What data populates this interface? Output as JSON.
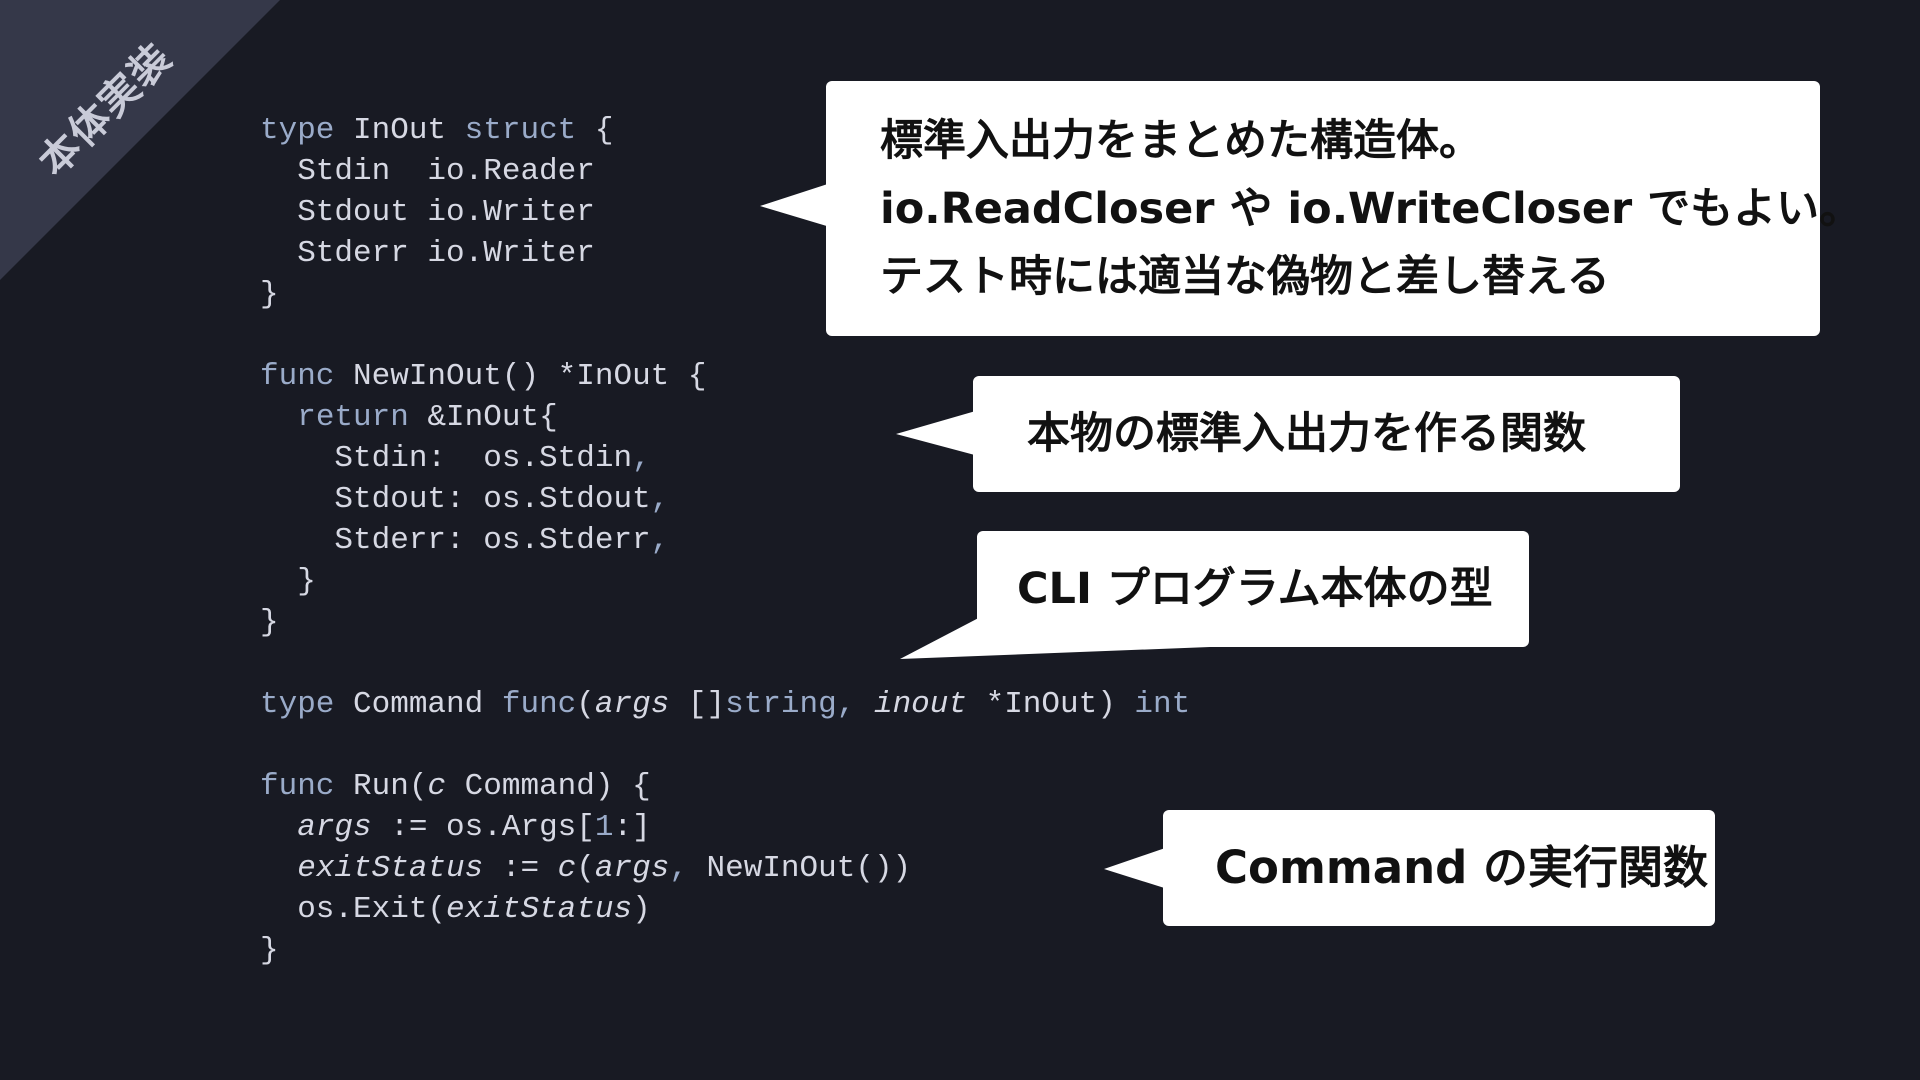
{
  "slide": {
    "corner_label": "本体実装"
  },
  "code": {
    "lines": [
      [
        {
          "t": "type",
          "c": "kw"
        },
        {
          "t": " InOut ",
          "c": "plain"
        },
        {
          "t": "struct",
          "c": "kw"
        },
        {
          "t": " {",
          "c": "plain"
        }
      ],
      [
        {
          "t": "  Stdin  io.Reader",
          "c": "plain"
        }
      ],
      [
        {
          "t": "  Stdout io.Writer",
          "c": "plain"
        }
      ],
      [
        {
          "t": "  Stderr io.Writer",
          "c": "plain"
        }
      ],
      [
        {
          "t": "}",
          "c": "plain"
        }
      ],
      [],
      [
        {
          "t": "func",
          "c": "kw"
        },
        {
          "t": " NewInOut() *InOut {",
          "c": "plain"
        }
      ],
      [
        {
          "t": "  ",
          "c": "plain"
        },
        {
          "t": "return",
          "c": "kw"
        },
        {
          "t": " &InOut{",
          "c": "plain"
        }
      ],
      [
        {
          "t": "    Stdin:  os.Stdin",
          "c": "plain"
        },
        {
          "t": ",",
          "c": "kw"
        }
      ],
      [
        {
          "t": "    Stdout: os.Stdout",
          "c": "plain"
        },
        {
          "t": ",",
          "c": "kw"
        }
      ],
      [
        {
          "t": "    Stderr: os.Stderr",
          "c": "plain"
        },
        {
          "t": ",",
          "c": "kw"
        }
      ],
      [
        {
          "t": "  }",
          "c": "plain"
        }
      ],
      [
        {
          "t": "}",
          "c": "plain"
        }
      ],
      [],
      [
        {
          "t": "type",
          "c": "kw"
        },
        {
          "t": " Command ",
          "c": "plain"
        },
        {
          "t": "func",
          "c": "kw"
        },
        {
          "t": "(",
          "c": "plain"
        },
        {
          "t": "args",
          "c": "it"
        },
        {
          "t": " []",
          "c": "plain"
        },
        {
          "t": "string",
          "c": "kw"
        },
        {
          "t": ", ",
          "c": "kw"
        },
        {
          "t": "inout",
          "c": "it"
        },
        {
          "t": " *InOut) ",
          "c": "plain"
        },
        {
          "t": "int",
          "c": "kw"
        }
      ],
      [],
      [
        {
          "t": "func",
          "c": "kw"
        },
        {
          "t": " Run(",
          "c": "plain"
        },
        {
          "t": "c",
          "c": "it"
        },
        {
          "t": " Command) {",
          "c": "plain"
        }
      ],
      [
        {
          "t": "  ",
          "c": "plain"
        },
        {
          "t": "args",
          "c": "it"
        },
        {
          "t": " := os.Args[",
          "c": "plain"
        },
        {
          "t": "1",
          "c": "kw"
        },
        {
          "t": ":]",
          "c": "plain"
        }
      ],
      [
        {
          "t": "  ",
          "c": "plain"
        },
        {
          "t": "exitStatus",
          "c": "it"
        },
        {
          "t": " := ",
          "c": "plain"
        },
        {
          "t": "c",
          "c": "it"
        },
        {
          "t": "(",
          "c": "plain"
        },
        {
          "t": "args",
          "c": "it"
        },
        {
          "t": ",",
          "c": "kw"
        },
        {
          "t": " NewInOut())",
          "c": "plain"
        }
      ],
      [
        {
          "t": "  os.Exit(",
          "c": "plain"
        },
        {
          "t": "exitStatus",
          "c": "it"
        },
        {
          "t": ")",
          "c": "plain"
        }
      ],
      [
        {
          "t": "}",
          "c": "plain"
        }
      ]
    ]
  },
  "callouts": {
    "inout_struct": [
      "標準入出力をまとめた構造体。",
      "io.ReadCloser や io.WriteCloser でもよい。",
      "テスト時には適当な偽物と差し替える"
    ],
    "new_inout": "本物の標準入出力を作る関数",
    "command_type": "CLI プログラム本体の型",
    "run_func": "Command の実行関数"
  }
}
